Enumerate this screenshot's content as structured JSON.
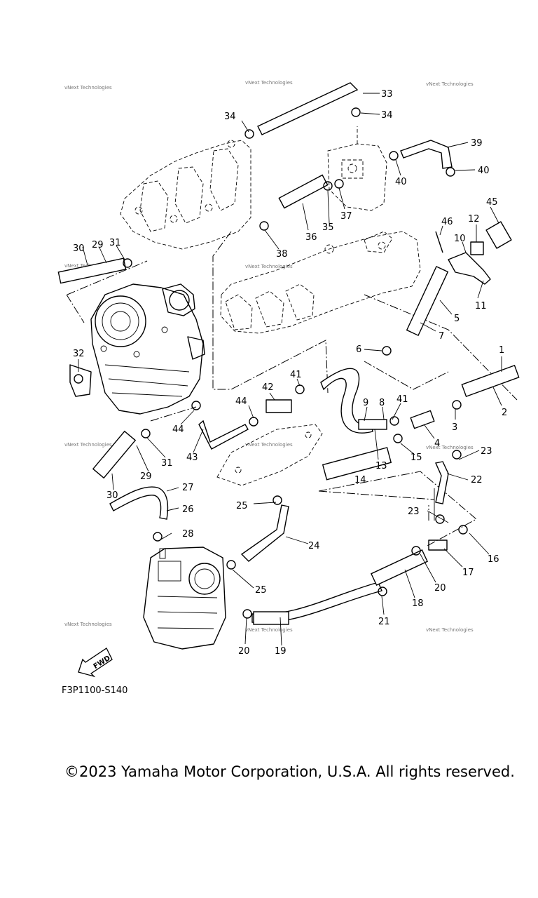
{
  "diagram": {
    "drawing_code": "F3P1100-S140",
    "fwd_label": "FWD",
    "watermark": "vNext Technologies",
    "callouts": [
      "1",
      "2",
      "3",
      "4",
      "5",
      "6",
      "7",
      "8",
      "9",
      "10",
      "11",
      "12",
      "13",
      "14",
      "15",
      "16",
      "17",
      "18",
      "19",
      "20",
      "20",
      "21",
      "22",
      "23",
      "23",
      "24",
      "25",
      "25",
      "26",
      "27",
      "28",
      "29",
      "29",
      "30",
      "30",
      "31",
      "31",
      "32",
      "33",
      "34",
      "34",
      "35",
      "36",
      "37",
      "38",
      "39",
      "40",
      "40",
      "41",
      "41",
      "42",
      "43",
      "44",
      "44",
      "45",
      "46"
    ]
  },
  "copyright": "©2023 Yamaha Motor Corporation, U.S.A. All rights reserved."
}
